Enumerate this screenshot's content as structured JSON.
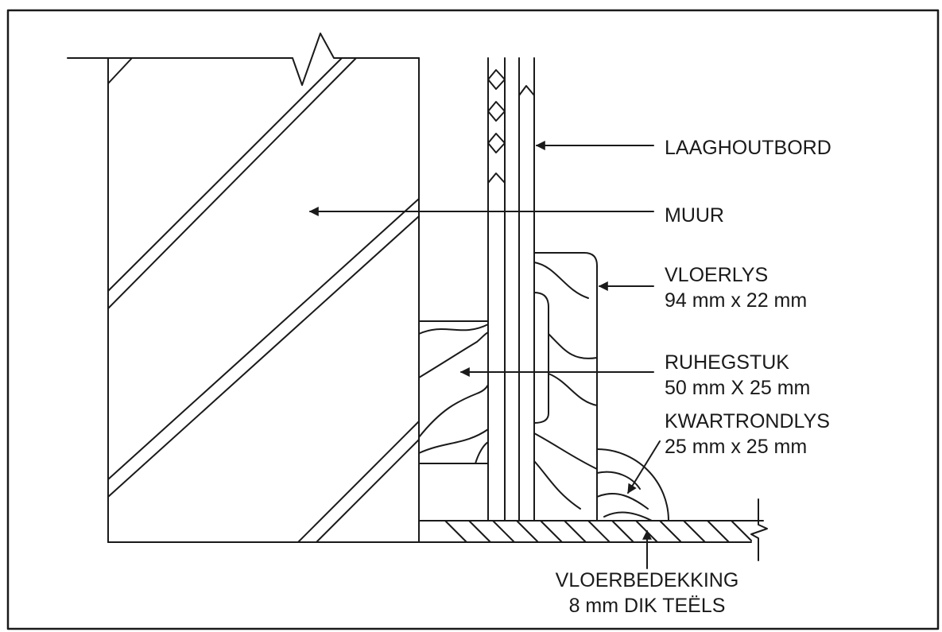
{
  "labels": {
    "plywood": "LAAGHOUTBORD",
    "wall": "MUUR",
    "skirting": {
      "line1": "VLOERLYS",
      "line2": "94 mm x 22 mm"
    },
    "grounds": {
      "line1": "RUHEGSTUK",
      "line2": "50 mm X 25 mm"
    },
    "quarter_round": {
      "line1": "KWARTRONDLYS",
      "line2": "25 mm x 25 mm"
    },
    "floor_covering": {
      "line1": "VLOERBEDEKKING",
      "line2": "8 mm DIK TEËLS"
    }
  }
}
